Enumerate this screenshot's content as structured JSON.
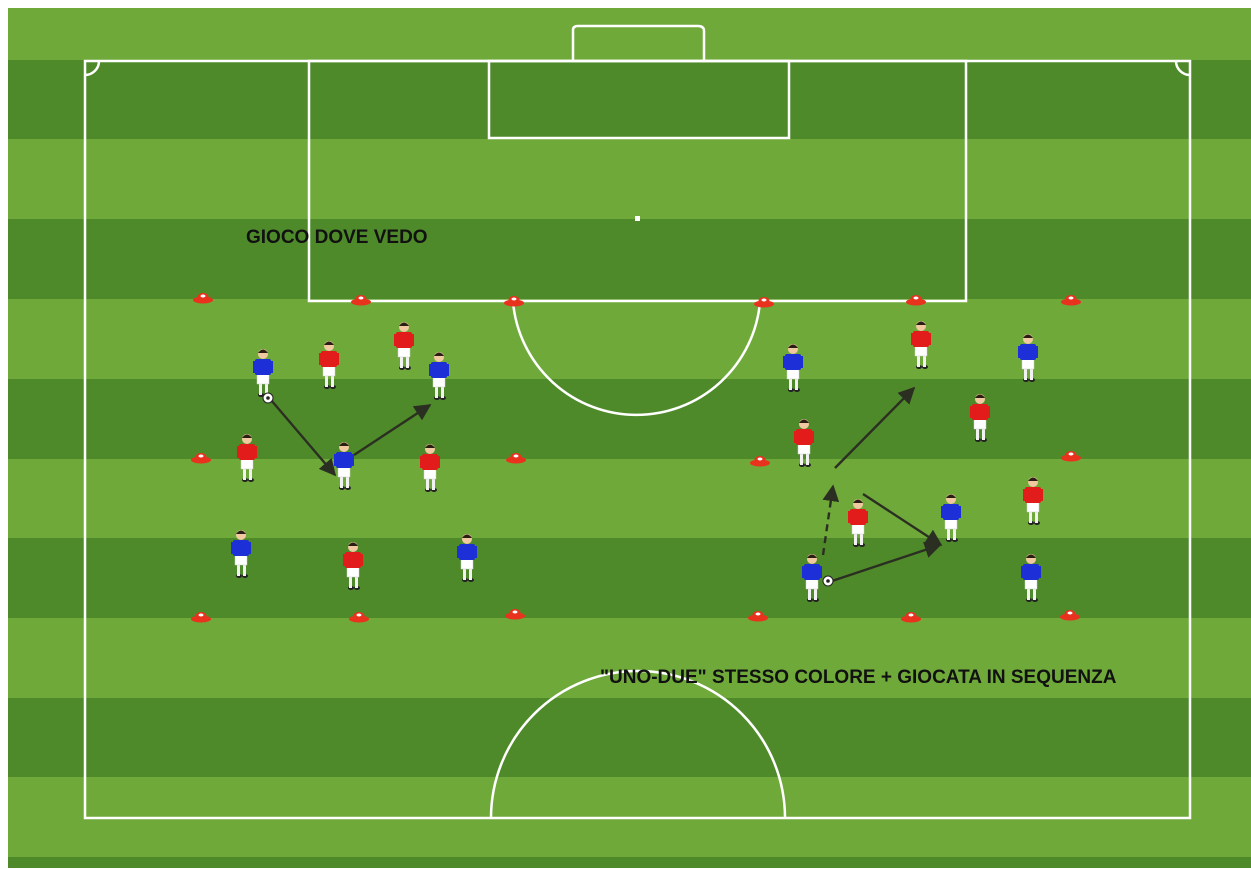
{
  "diagram": {
    "labels": {
      "left_drill": "GIOCO DOVE VEDO",
      "right_drill": "\"UNO-DUE\" STESSO COLORE + GIOCATA IN SEQUENZA"
    },
    "colors": {
      "stripe_dark": "#4f8a2a",
      "stripe_light": "#6fa93a",
      "lines": "#ffffff",
      "team_red": "#e21b1b",
      "team_blue": "#1d2fd6",
      "cone": "#e8321e",
      "pass_arrow": "#2b2f22"
    },
    "left_drill": {
      "players": [
        {
          "team": "blue"
        },
        {
          "team": "red"
        },
        {
          "team": "red"
        },
        {
          "team": "blue"
        },
        {
          "team": "red"
        },
        {
          "team": "blue"
        },
        {
          "team": "red"
        },
        {
          "team": "blue"
        },
        {
          "team": "red"
        },
        {
          "team": "blue"
        }
      ],
      "cones": 8,
      "passes": 2,
      "ball": true
    },
    "right_drill": {
      "players": [
        {
          "team": "blue"
        },
        {
          "team": "red"
        },
        {
          "team": "blue"
        },
        {
          "team": "red"
        },
        {
          "team": "red"
        },
        {
          "team": "red"
        },
        {
          "team": "blue"
        },
        {
          "team": "red"
        },
        {
          "team": "blue"
        },
        {
          "team": "blue"
        }
      ],
      "cones": 8,
      "passes": 4,
      "ball": true
    }
  }
}
